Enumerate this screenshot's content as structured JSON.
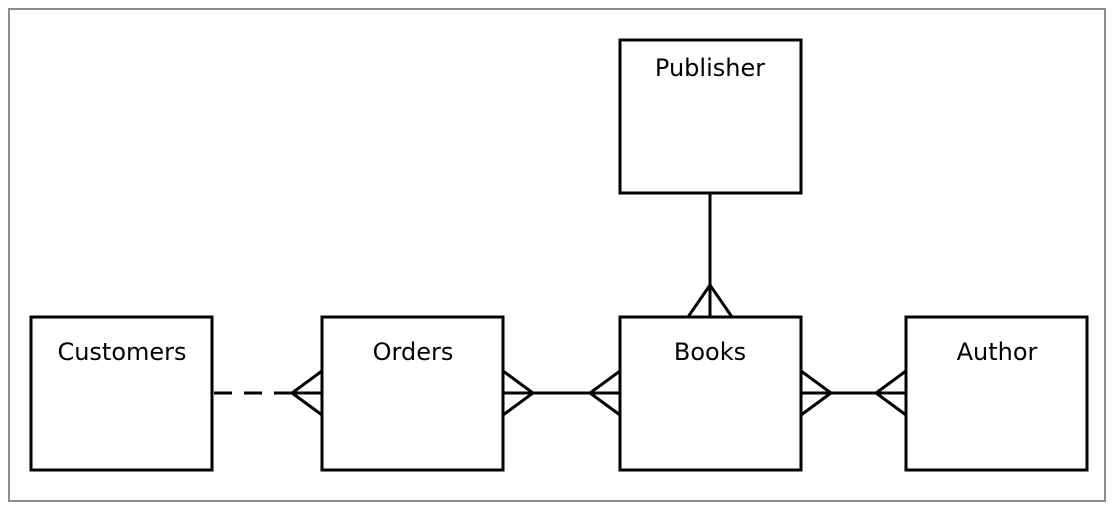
{
  "diagram": {
    "type": "entity-relationship",
    "entities": {
      "publisher": "Publisher",
      "customers": "Customers",
      "orders": "Orders",
      "books": "Books",
      "author": "Author"
    },
    "relationships": [
      {
        "from": "Customers",
        "to": "Orders",
        "style": "dashed",
        "from_end": "none",
        "to_end": "many"
      },
      {
        "from": "Orders",
        "to": "Books",
        "style": "solid",
        "from_end": "many",
        "to_end": "many"
      },
      {
        "from": "Books",
        "to": "Author",
        "style": "solid",
        "from_end": "many",
        "to_end": "many"
      },
      {
        "from": "Publisher",
        "to": "Books",
        "style": "solid",
        "from_end": "none",
        "to_end": "many"
      }
    ]
  }
}
